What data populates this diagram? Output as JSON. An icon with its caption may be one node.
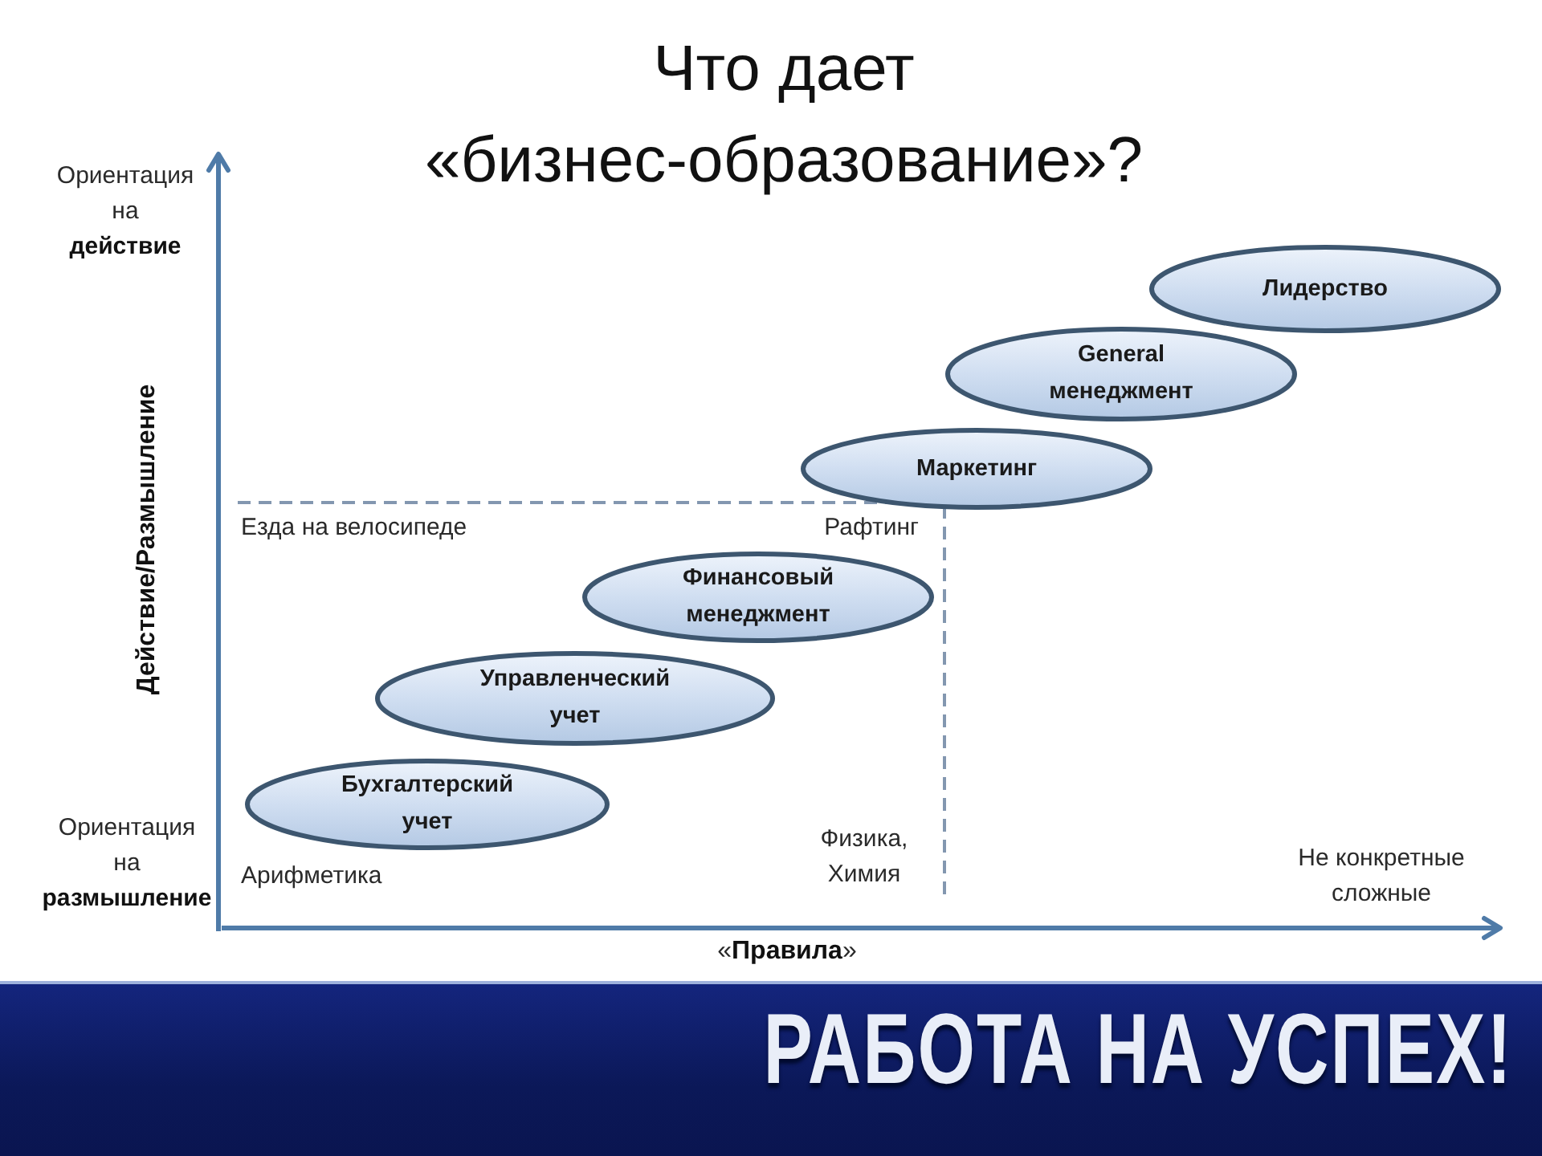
{
  "diagram": {
    "title": "Что дает «бизнес-образование»?",
    "nodes": [
      {
        "text": [
          "Лидерство"
        ]
      },
      {
        "text": [
          "General менеджмент"
        ]
      },
      {
        "text": [
          "Маркетинг"
        ]
      },
      {
        "text": [
          "Финансовый менеджмент"
        ]
      },
      {
        "text": [
          "Управленческий учет"
        ]
      },
      {
        "text": [
          "Бухгалтерский учет"
        ]
      }
    ],
    "labels": [
      "Ориентация на **действие**",
      "Действие/Размышление",
      "Езда на велосипеде",
      "Рафтинг",
      "Ориентация на **размышление**",
      "Арифметика",
      "Физика, Химия",
      "Не конкретные сложные",
      "«**Правила**»",
      "РАБОТА НА УСПЕХ!"
    ]
  }
}
